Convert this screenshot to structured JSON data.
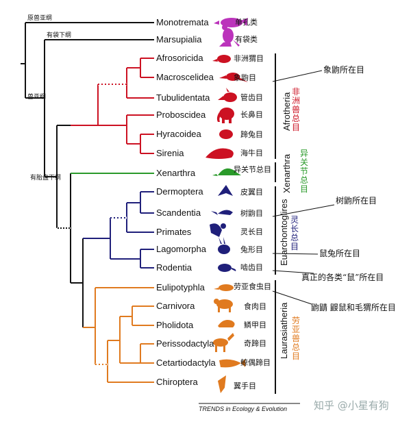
{
  "colors": {
    "basal": "#111111",
    "afrotheria": "#cc1122",
    "xenarthra": "#2a9a2a",
    "euarchontoglires": "#1f1f7a",
    "laurasiatheria": "#e07a1f",
    "monotremata": "#bb33bb",
    "marsupialia": "#bb33bb"
  },
  "ranks": {
    "prototheria": "原兽亚纲",
    "marsupials": "有袋下纲",
    "theria": "兽亚纲",
    "placentals": "有胎盘下纲"
  },
  "taxa": [
    {
      "name": "Monotremata",
      "cn": "单孔类",
      "group": "monotremata",
      "icon": "platypus-icon"
    },
    {
      "name": "Marsupialia",
      "cn": "有袋类",
      "group": "marsupialia",
      "icon": "kangaroo-icon"
    },
    {
      "name": "Afrosoricida",
      "cn": "非洲猬目",
      "group": "afrotheria",
      "icon": "tenrec-icon"
    },
    {
      "name": "Macroscelidea",
      "cn": "象鼩目",
      "group": "afrotheria",
      "icon": "elephant-shrew-icon"
    },
    {
      "name": "Tubulidentata",
      "cn": "管齿目",
      "group": "afrotheria",
      "icon": "aardvark-icon"
    },
    {
      "name": "Proboscidea",
      "cn": "长鼻目",
      "group": "afrotheria",
      "icon": "elephant-icon"
    },
    {
      "name": "Hyracoidea",
      "cn": "蹄兔目",
      "group": "afrotheria",
      "icon": "hyrax-icon"
    },
    {
      "name": "Sirenia",
      "cn": "海牛目",
      "group": "afrotheria",
      "icon": "manatee-icon"
    },
    {
      "name": "Xenarthra",
      "cn": "异关节总目",
      "group": "xenarthra",
      "icon": "armadillo-icon"
    },
    {
      "name": "Dermoptera",
      "cn": "皮翼目",
      "group": "euarchontoglires",
      "icon": "colugo-icon"
    },
    {
      "name": "Scandentia",
      "cn": "树鼩目",
      "group": "euarchontoglires",
      "icon": "treeshrew-icon"
    },
    {
      "name": "Primates",
      "cn": "灵长目",
      "group": "euarchontoglires",
      "icon": "primate-icon"
    },
    {
      "name": "Lagomorpha",
      "cn": "兔形目",
      "group": "euarchontoglires",
      "icon": "rabbit-icon"
    },
    {
      "name": "Rodentia",
      "cn": "啮齿目",
      "group": "euarchontoglires",
      "icon": "rodent-icon"
    },
    {
      "name": "Eulipotyphla",
      "cn": "劳亚食虫目",
      "group": "laurasiatheria",
      "icon": "shrew-icon"
    },
    {
      "name": "Carnivora",
      "cn": "食肉目",
      "group": "laurasiatheria",
      "icon": "carnivore-icon"
    },
    {
      "name": "Pholidota",
      "cn": "鳞甲目",
      "group": "laurasiatheria",
      "icon": "pangolin-icon"
    },
    {
      "name": "Perissodactyla",
      "cn": "奇蹄目",
      "group": "laurasiatheria",
      "icon": "horse-icon"
    },
    {
      "name": "Cetartiodactyla",
      "cn": "鲸偶蹄目",
      "group": "laurasiatheria",
      "icon": "whale-icon"
    },
    {
      "name": "Chiroptera",
      "cn": "翼手目",
      "group": "laurasiatheria",
      "icon": "bat-icon"
    }
  ],
  "superorders": {
    "afrotheria": {
      "name": "Afrotheria",
      "cn": "非洲兽总目"
    },
    "xenarthra": {
      "name": "Xenarthra",
      "cn": "异关节总目"
    },
    "euarchontoglires": {
      "name": "Euarchontoglires",
      "cn": "灵长总目"
    },
    "laurasiatheria": {
      "name": "Laurasiatheria",
      "cn": "劳亚兽总目"
    }
  },
  "annotations": {
    "elephant_shrew": "象鼩所在目",
    "tree_shrew": "树鼩所在目",
    "rabbit": "鼠兔所在目",
    "rodent": "真正的各类“鼠”所在目",
    "shrew": "鼩鼱 鼹鼠和毛猬所在目"
  },
  "credit": "TRENDS in Ecology & Evolution",
  "watermark": "知乎 @小星有狗"
}
